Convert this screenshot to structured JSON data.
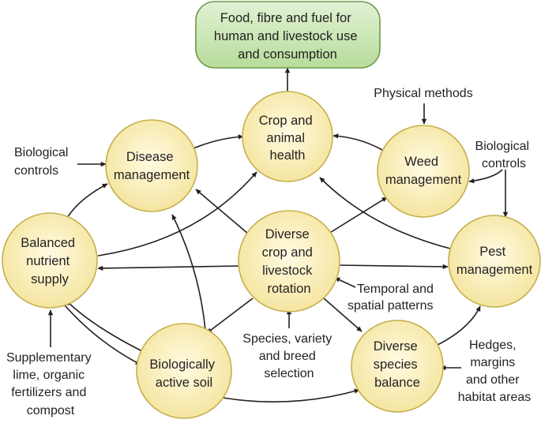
{
  "top_box": {
    "lines": [
      "Food, fibre and fuel for",
      "human and livestock use",
      "and consumption"
    ]
  },
  "nodes": [
    {
      "id": "crop-animal-health",
      "lines": [
        "Crop and",
        "animal",
        "health"
      ]
    },
    {
      "id": "disease-management",
      "lines": [
        "Disease",
        "management"
      ]
    },
    {
      "id": "weed-management",
      "lines": [
        "Weed",
        "management"
      ]
    },
    {
      "id": "balanced-nutrient-supply",
      "lines": [
        "Balanced",
        "nutrient",
        "supply"
      ]
    },
    {
      "id": "diverse-rotation",
      "lines": [
        "Diverse",
        "crop and",
        "livestock",
        "rotation"
      ]
    },
    {
      "id": "pest-management",
      "lines": [
        "Pest",
        "management"
      ]
    },
    {
      "id": "biologically-active-soil",
      "lines": [
        "Biologically",
        "active soil"
      ]
    },
    {
      "id": "diverse-species-balance",
      "lines": [
        "Diverse",
        "species",
        "balance"
      ]
    }
  ],
  "labels": [
    {
      "id": "physical-methods",
      "lines": [
        "Physical methods"
      ]
    },
    {
      "id": "biological-controls-left",
      "lines": [
        "Biological",
        "controls"
      ]
    },
    {
      "id": "biological-controls-right",
      "lines": [
        "Biological",
        "controls"
      ]
    },
    {
      "id": "temporal-spatial",
      "lines": [
        "Temporal and",
        "spatial patterns"
      ]
    },
    {
      "id": "species-variety",
      "lines": [
        "Species, variety",
        "and breed",
        "selection"
      ]
    },
    {
      "id": "supplementary-lime",
      "lines": [
        "Supplementary",
        "lime, organic",
        "fertilizers and",
        "compost"
      ]
    },
    {
      "id": "hedges-margins",
      "lines": [
        "Hedges,",
        "margins",
        "and other",
        "habitat areas"
      ]
    }
  ],
  "colors": {
    "node_fill": "#f8ebaa",
    "node_stroke": "#c4b04e",
    "box_fill": "#c3e3ad",
    "box_stroke": "#6c9a48",
    "line": "#231f20"
  }
}
